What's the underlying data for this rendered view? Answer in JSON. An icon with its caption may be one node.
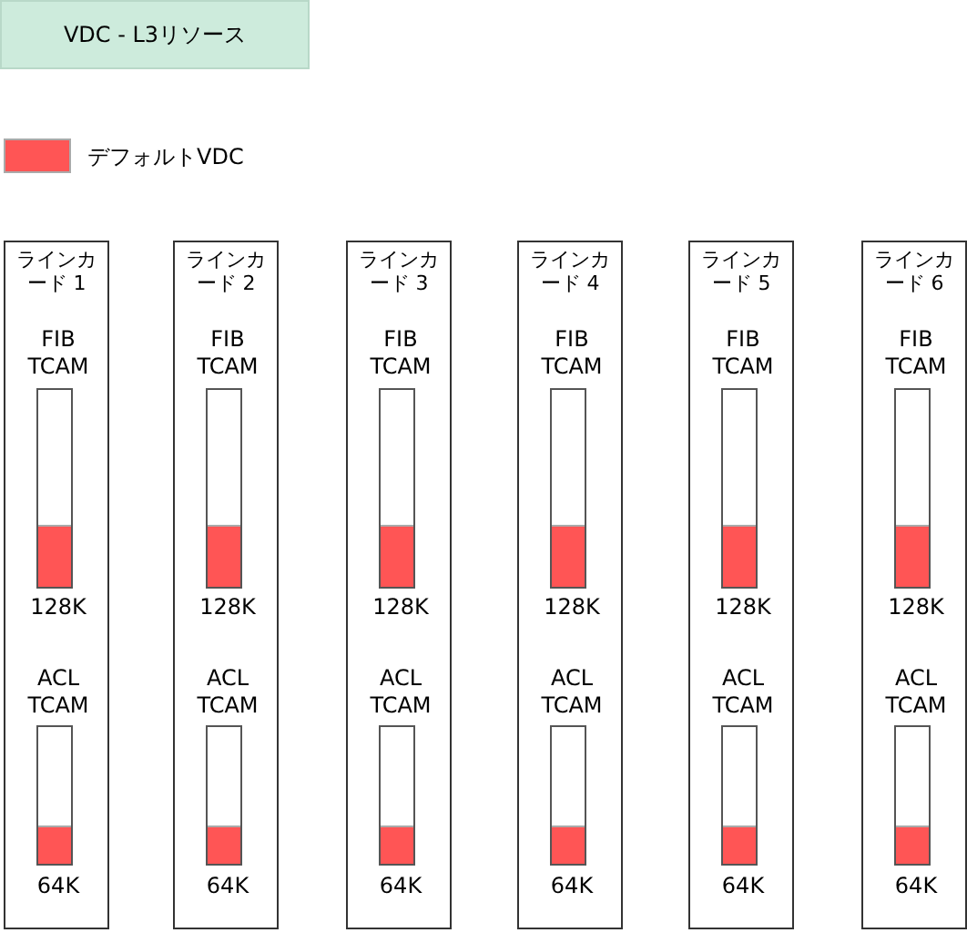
{
  "diagram": {
    "nodes": [
      {
        "text": [
          "VDC - L3リソース"
        ]
      },
      {
        "text": [
          "ラインカード 1"
        ]
      },
      {
        "text": [],
        "shape": "bar",
        "in": 1,
        "beside": [
          "FIB TCAM",
          "128K"
        ]
      },
      {
        "text": [],
        "shape": "bar",
        "in": 1,
        "beside": [
          "ACL TCAM",
          "64K"
        ]
      },
      {
        "text": [
          "ラインカード 2"
        ]
      },
      {
        "text": [],
        "shape": "bar",
        "in": 4,
        "beside": [
          "FIB TCAM",
          "128K"
        ]
      },
      {
        "text": [],
        "shape": "bar",
        "in": 4,
        "beside": [
          "ACL TCAM",
          "64K"
        ]
      },
      {
        "text": [
          "ラインカード 3"
        ]
      },
      {
        "text": [],
        "shape": "bar",
        "in": 7,
        "beside": [
          "FIB TCAM",
          "128K"
        ]
      },
      {
        "text": [],
        "shape": "bar",
        "in": 7,
        "beside": [
          "ACL TCAM",
          "64K"
        ]
      },
      {
        "text": [
          "ラインカード 4"
        ]
      },
      {
        "text": [],
        "shape": "bar",
        "in": 10,
        "beside": [
          "FIB TCAM",
          "128K"
        ]
      },
      {
        "text": [],
        "shape": "bar",
        "in": 10,
        "beside": [
          "ACL TCAM",
          "64K"
        ]
      },
      {
        "text": [
          "ラインカード 5"
        ]
      },
      {
        "text": [],
        "shape": "bar",
        "in": 13,
        "beside": [
          "FIB TCAM",
          "128K"
        ]
      },
      {
        "text": [],
        "shape": "bar",
        "in": 13,
        "beside": [
          "ACL TCAM",
          "64K"
        ]
      },
      {
        "text": [
          "ラインカード 6"
        ]
      },
      {
        "text": [],
        "shape": "bar",
        "in": 16,
        "beside": [
          "FIB TCAM",
          "128K"
        ]
      },
      {
        "text": [],
        "shape": "bar",
        "in": 16,
        "beside": [
          "ACL TCAM",
          "64K"
        ]
      }
    ],
    "legend": [
      {
        "text": "デフォルトVDC",
        "color": "#ff5555"
      }
    ]
  }
}
